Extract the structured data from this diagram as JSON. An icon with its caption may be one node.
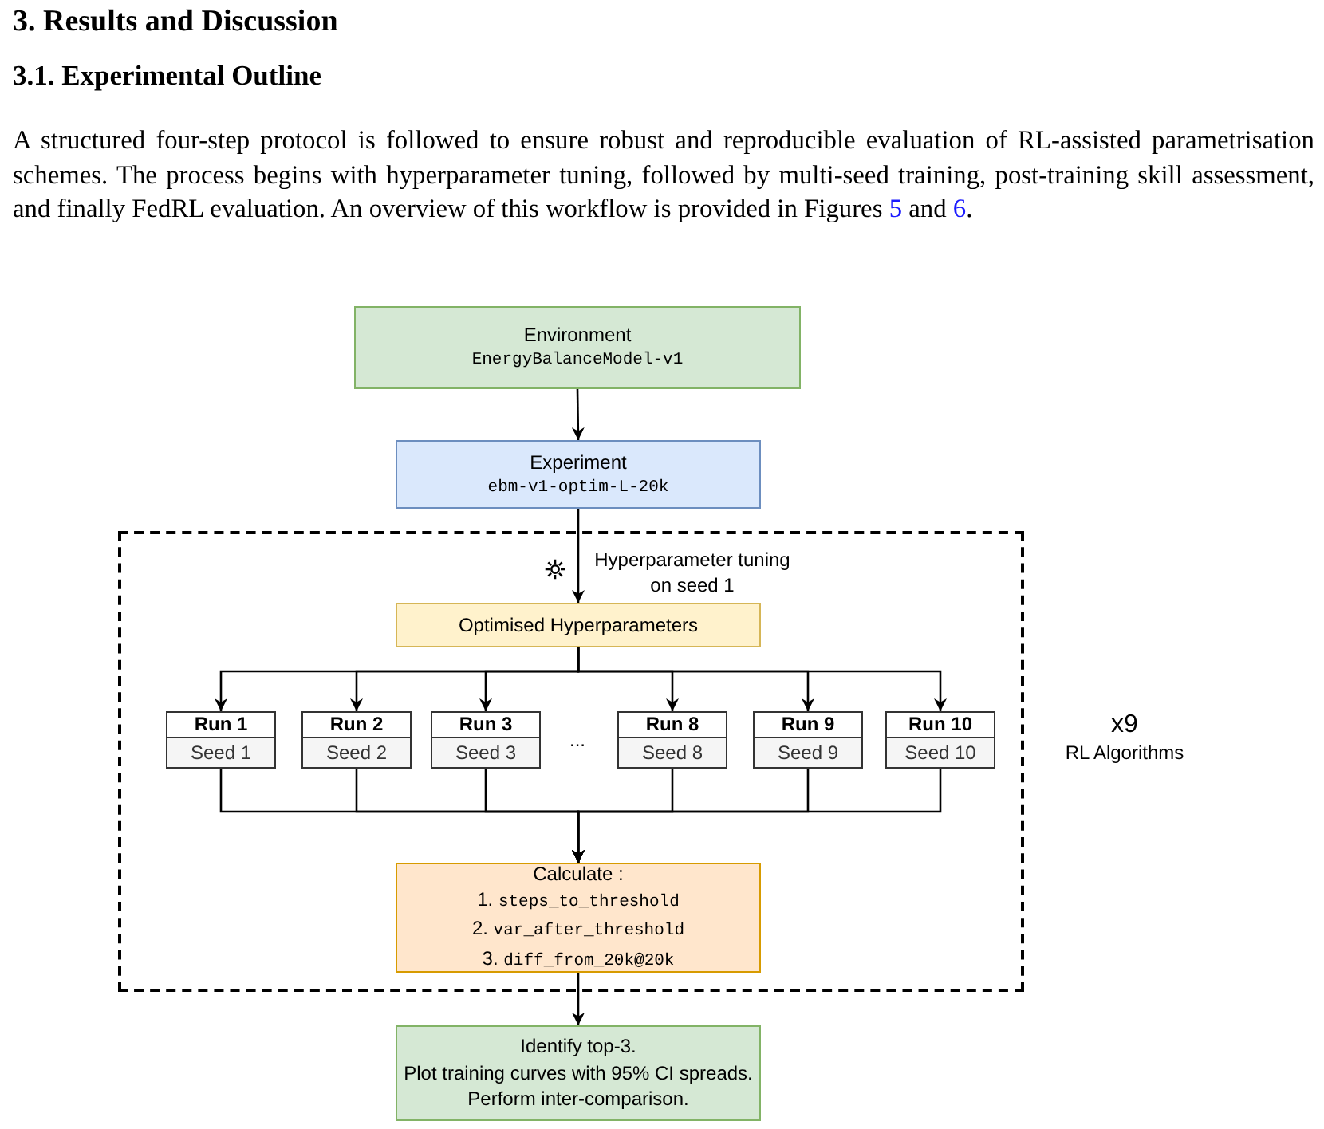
{
  "diagram": {
    "nodes": [
      {
        "text": [
          "Environment",
          "EnergyBalanceModel-v1"
        ]
      },
      {
        "text": [
          "Experiment",
          "ebm-v1-optim-L-20k"
        ]
      },
      {
        "text": [],
        "shape": "box",
        "beside": [
          "x9",
          "RL Algorithms"
        ]
      },
      {
        "text": [
          "Optimised Hyperparameters"
        ],
        "in": 2
      },
      {
        "text": [
          "Run 1",
          "Seed 1"
        ],
        "in": 2
      },
      {
        "text": [
          "Run 2",
          "Seed 2"
        ],
        "in": 2
      },
      {
        "text": [
          "Run 3",
          "Seed 3"
        ],
        "in": 2
      },
      {
        "text": [
          "Run 8",
          "Seed 8"
        ],
        "in": 2
      },
      {
        "text": [
          "Run 9",
          "Seed 9"
        ],
        "in": 2
      },
      {
        "text": [
          "Run 10",
          "Seed 10"
        ],
        "in": 2
      },
      {
        "text": [
          "Calculate :",
          "1. steps_to_threshold",
          "2. var_after_threshold",
          "3. diff_from_20k@20k"
        ],
        "in": 2
      },
      {
        "text": [
          "Identify top-3.",
          "Plot training curves with 95% CI spreads.",
          "Perform inter-comparison."
        ]
      }
    ],
    "edges": [
      {
        "from": 0,
        "to": 1,
        "arrow": "to"
      },
      {
        "from": 1,
        "to": 3,
        "arrow": "to",
        "label": "Hyperparameter tuning on seed 1"
      },
      {
        "from": 3,
        "to": 4,
        "arrow": "to"
      },
      {
        "from": 3,
        "to": 5,
        "arrow": "to"
      },
      {
        "from": 3,
        "to": 6,
        "arrow": "to"
      },
      {
        "from": 3,
        "to": 7,
        "arrow": "to"
      },
      {
        "from": 3,
        "to": 8,
        "arrow": "to"
      },
      {
        "from": 3,
        "to": 9,
        "arrow": "to"
      },
      {
        "from": 4,
        "to": 10,
        "arrow": "to"
      },
      {
        "from": 5,
        "to": 10,
        "arrow": "to"
      },
      {
        "from": 6,
        "to": 10,
        "arrow": "to"
      },
      {
        "from": 7,
        "to": 10,
        "arrow": "to"
      },
      {
        "from": 8,
        "to": 10,
        "arrow": "to"
      },
      {
        "from": 9,
        "to": 10,
        "arrow": "to"
      },
      {
        "from": 10,
        "to": 11,
        "arrow": "to"
      }
    ],
    "labels": [
      "3. Results and Discussion",
      "3.1. Experimental Outline",
      "A structured four-step protocol is followed to ensure robust and reproducible evaluation of RL-assisted parametrisation schemes. The process begins with hyperparameter tuning, followed by multi-seed training, post-training skill assessment, and finally FedRL evaluation. An overview of this workflow is provided in Figures",
      "5",
      "and",
      "6",
      ".",
      "..."
    ]
  }
}
